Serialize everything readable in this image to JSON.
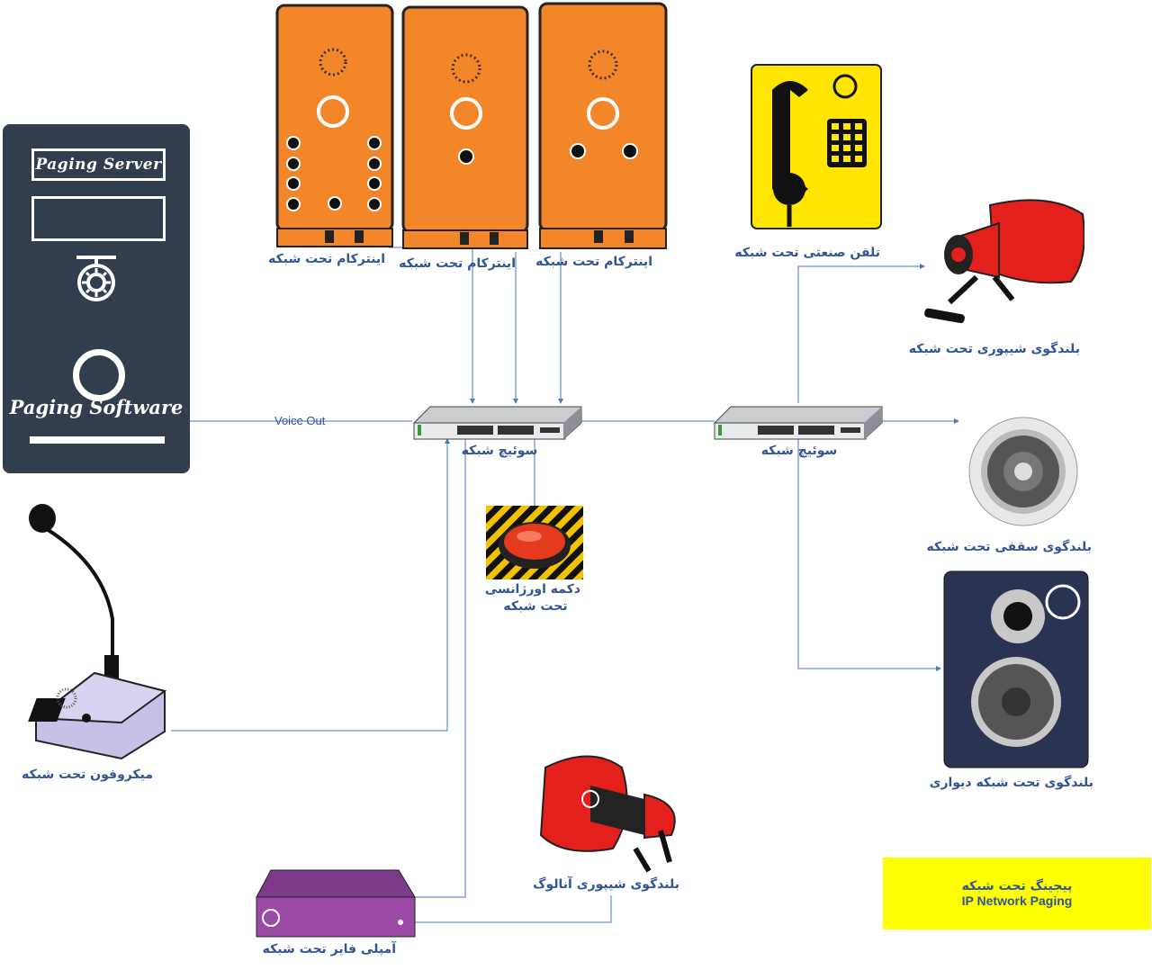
{
  "server": {
    "title": "Paging Server",
    "software": "Paging Software"
  },
  "connection": {
    "voice_out": "Voice Out"
  },
  "labels": {
    "intercom_1": "اینترکام تحت شبکه",
    "intercom_2": "اینترکام تحت شبکه",
    "intercom_3": "اینترکام تحت شبکه",
    "industrial_phone": "تلفن صنعتی تحت شبکه",
    "horn_speaker": "بلندگوی شیپوری تحت شبکه",
    "switch_1": "سوئیچ شبکه",
    "switch_2": "سوئیچ شبکه",
    "ceiling_speaker": "بلندگوی سقفی تحت شبکه",
    "emergency_line1": "دکمه اورژانسی",
    "emergency_line2": "تحت شبکه",
    "wall_speaker": "بلندگوی تحت شبکه دیواری",
    "microphone": "میکروفون تحت شبکه",
    "analog_horn": "بلندگوی شیپوری آنالوگ",
    "amplifier": "آمپلی فایر تحت شبکه"
  },
  "legend": {
    "fa": "پیجینگ تحت شبکه",
    "en": "IP Network Paging"
  },
  "colors": {
    "line": "#4a7ab8",
    "label": "#2f5597",
    "server_bg": "#323d4e",
    "intercom": "#f4862a",
    "phone": "#ffe600",
    "horn": "#e3201b",
    "amplifier": "#9b4aa5",
    "legend_bg": "#ffff00"
  }
}
